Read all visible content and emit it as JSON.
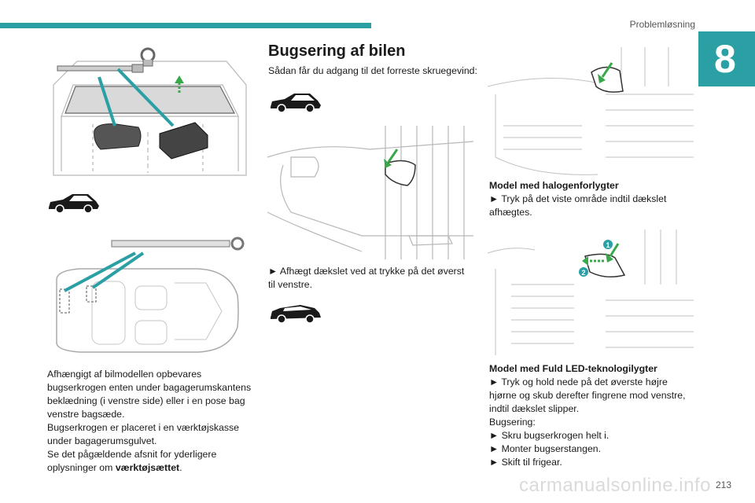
{
  "header": {
    "section_title": "Problemløsning",
    "chapter_number": "8"
  },
  "page_number": "213",
  "watermark": "carmanualsonline.info",
  "left_column": {
    "lines": [
      "Afhængigt af bilmodellen opbevares",
      "bugserkrogen enten under bagagerumskantens",
      "beklædning (i venstre side) eller i en pose bag",
      "venstre bagsæde.",
      "Bugserkrogen er placeret i en værktøjskasse",
      "under bagagerumsgulvet.",
      "Se det pågældende afsnit for yderligere"
    ],
    "last_line_prefix": "oplysninger om ",
    "last_line_bold": "værktøjsættet",
    "last_line_suffix": "."
  },
  "middle_column": {
    "heading": "Bugsering af bilen",
    "intro": "Sådan får du adgang til det forreste skruegevind:",
    "step_line1": "► Afhægt dækslet ved at trykke på det øverst",
    "step_line2": "til venstre."
  },
  "right_column": {
    "halogen_title": "Model med halogenforlygter",
    "halogen_line1": "► Tryk på det viste område indtil dækslet",
    "halogen_line2": "afhægtes.",
    "callout_1": "1",
    "callout_2": "2",
    "led_title": "Model med Fuld LED-teknologilygter",
    "led_lines": [
      "► Tryk og hold nede på det øverste højre",
      "hjørne og skub derefter fingrene mod venstre,",
      "indtil dækslet slipper.",
      "Bugsering:",
      "► Skru bugserkrogen helt i.",
      "► Monter bugserstangen.",
      "► Skift til frigear."
    ]
  },
  "colors": {
    "accent": "#2aa0a4",
    "arrow_green": "#3aa84a"
  },
  "icons": [
    "car-silhouette-icon",
    "tow-hook-icon",
    "arrow-icon"
  ]
}
